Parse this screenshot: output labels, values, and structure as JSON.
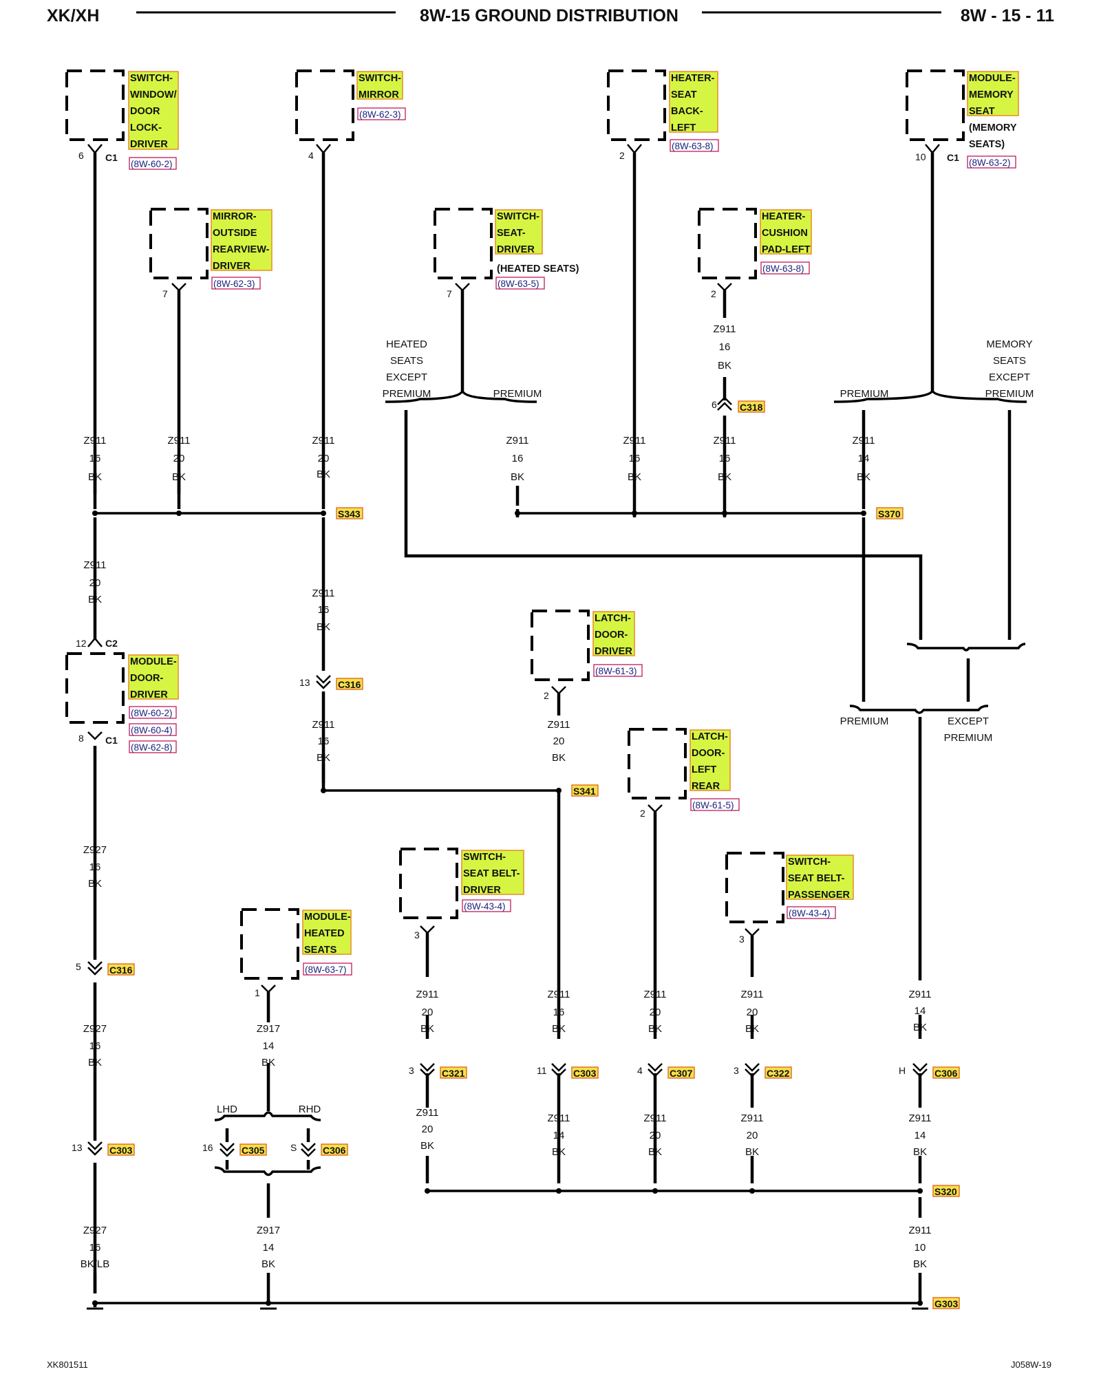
{
  "header": {
    "model": "XK/XH",
    "title": "8W-15 GROUND DISTRIBUTION",
    "page": "8W - 15 - 11"
  },
  "components": [
    {
      "id": "c1",
      "lines": [
        "SWITCH-",
        "WINDOW/",
        "DOOR",
        "LOCK-",
        "DRIVER"
      ],
      "ref": "8W-60-2",
      "pin": "6",
      "conn": "C1"
    },
    {
      "id": "c2",
      "lines": [
        "SWITCH-",
        "MIRROR"
      ],
      "ref": "8W-62-3",
      "pin": "4",
      "conn": ""
    },
    {
      "id": "c3",
      "lines": [
        "HEATER-",
        "SEAT",
        "BACK-",
        "LEFT"
      ],
      "ref": "8W-63-8",
      "pin": "2",
      "conn": ""
    },
    {
      "id": "c4",
      "lines": [
        "MODULE-",
        "MEMORY",
        "SEAT"
      ],
      "extra": [
        "(MEMORY",
        "SEATS)"
      ],
      "ref": "8W-63-2",
      "pin": "10",
      "conn": "C1"
    },
    {
      "id": "c5",
      "lines": [
        "MIRROR-",
        "OUTSIDE",
        "REARVIEW-",
        "DRIVER"
      ],
      "ref": "8W-62-3",
      "pin": "7",
      "conn": ""
    },
    {
      "id": "c6",
      "lines": [
        "SWITCH-",
        "SEAT-",
        "DRIVER"
      ],
      "extra": [
        "(HEATED SEATS)"
      ],
      "ref": "8W-63-5",
      "pin": "7",
      "conn": ""
    },
    {
      "id": "c7",
      "lines": [
        "HEATER-",
        "CUSHION",
        "PAD-LEFT"
      ],
      "ref": "8W-63-8",
      "pin": "2",
      "conn": ""
    },
    {
      "id": "c8",
      "lines": [
        "LATCH-",
        "DOOR-",
        "DRIVER"
      ],
      "ref": "8W-61-3",
      "pin": "2",
      "conn": ""
    },
    {
      "id": "c9",
      "lines": [
        "MODULE-",
        "DOOR-",
        "DRIVER"
      ],
      "refs": [
        "8W-60-2",
        "8W-60-4",
        "8W-62-8"
      ],
      "pin_top": "12",
      "conn_top": "C2",
      "pin": "8",
      "conn": "C1"
    },
    {
      "id": "c10",
      "lines": [
        "LATCH-",
        "DOOR-",
        "LEFT",
        "REAR"
      ],
      "ref": "8W-61-5",
      "pin": "2",
      "conn": ""
    },
    {
      "id": "c11",
      "lines": [
        "SWITCH-",
        "SEAT BELT-",
        "DRIVER"
      ],
      "ref": "8W-43-4",
      "pin": "3",
      "conn": ""
    },
    {
      "id": "c12",
      "lines": [
        "SWITCH-",
        "SEAT BELT-",
        "PASSENGER"
      ],
      "ref": "8W-43-4",
      "pin": "3",
      "conn": ""
    },
    {
      "id": "c13",
      "lines": [
        "MODULE-",
        "HEATED",
        "SEATS"
      ],
      "ref": "8W-63-7",
      "pin": "1",
      "conn": ""
    }
  ],
  "option_labels": {
    "heated_except": [
      "HEATED",
      "SEATS",
      "EXCEPT",
      "PREMIUM"
    ],
    "premium": "PREMIUM",
    "memory_except": [
      "MEMORY",
      "SEATS",
      "EXCEPT",
      "PREMIUM"
    ],
    "except_premium": [
      "EXCEPT",
      "PREMIUM"
    ],
    "lhd": "LHD",
    "rhd": "RHD"
  },
  "wire_labels": [
    [
      "Z911",
      "16",
      "BK"
    ],
    [
      "Z911",
      "20",
      "BK"
    ],
    [
      "Z911",
      "20",
      "BK"
    ],
    [
      "Z911",
      "16",
      "BK"
    ],
    [
      "Z911",
      "16",
      "BK"
    ],
    [
      "Z911",
      "16",
      "BK"
    ],
    [
      "Z911",
      "14",
      "BK"
    ],
    [
      "Z911",
      "16",
      "BK"
    ],
    [
      "Z911",
      "20",
      "BK"
    ],
    [
      "Z911",
      "16",
      "BK"
    ],
    [
      "Z911",
      "16",
      "BK"
    ],
    [
      "Z911",
      "20",
      "BK"
    ],
    [
      "Z927",
      "16",
      "BK"
    ],
    [
      "Z927",
      "16",
      "BK"
    ],
    [
      "Z927",
      "16",
      "BK/LB"
    ],
    [
      "Z917",
      "14",
      "BK"
    ],
    [
      "Z917",
      "14",
      "BK"
    ],
    [
      "Z911",
      "20",
      "BK"
    ],
    [
      "Z911",
      "20",
      "BK"
    ],
    [
      "Z911",
      "16",
      "BK"
    ],
    [
      "Z911",
      "14",
      "BK"
    ],
    [
      "Z911",
      "20",
      "BK"
    ],
    [
      "Z911",
      "20",
      "BK"
    ],
    [
      "Z911",
      "20",
      "BK"
    ],
    [
      "Z911",
      "20",
      "BK"
    ],
    [
      "Z911",
      "14",
      "BK"
    ],
    [
      "Z911",
      "14",
      "BK"
    ],
    [
      "Z911",
      "10",
      "BK"
    ]
  ],
  "connectors": [
    {
      "name": "C318",
      "pin": "6"
    },
    {
      "name": "C316",
      "pin": "13"
    },
    {
      "name": "C316",
      "pin": "5"
    },
    {
      "name": "C303",
      "pin": "13"
    },
    {
      "name": "C305",
      "pin": "16"
    },
    {
      "name": "C306",
      "pin": "S"
    },
    {
      "name": "C321",
      "pin": "3"
    },
    {
      "name": "C303",
      "pin": "11"
    },
    {
      "name": "C307",
      "pin": "4"
    },
    {
      "name": "C322",
      "pin": "3"
    },
    {
      "name": "C306",
      "pin": "H"
    }
  ],
  "splices": [
    "S343",
    "S370",
    "S341",
    "S320"
  ],
  "ground": "G303",
  "footer": {
    "left": "XK801511",
    "right": "J058W-19"
  }
}
